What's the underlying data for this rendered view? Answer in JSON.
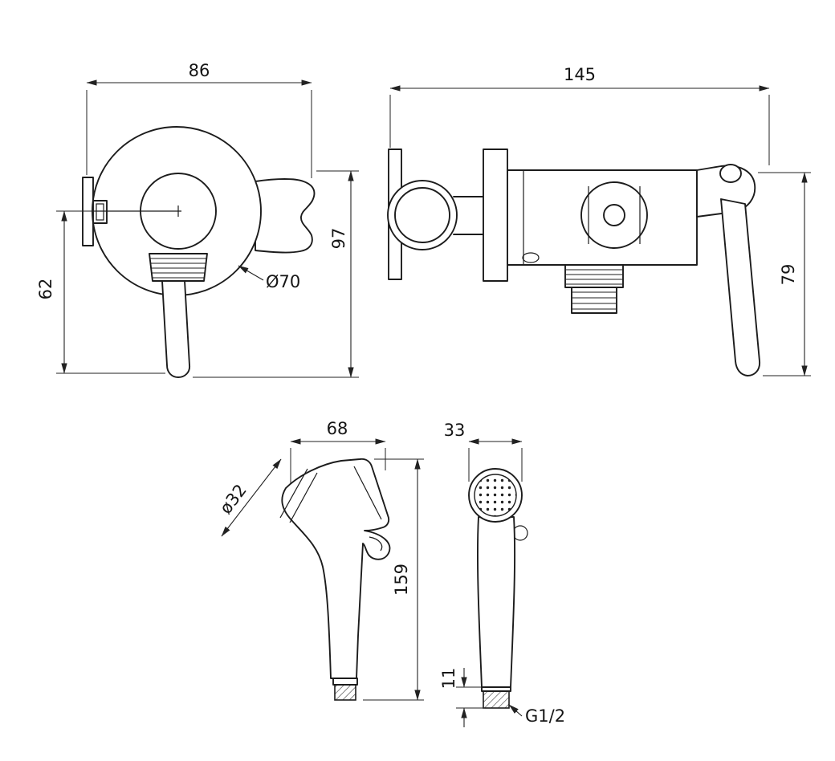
{
  "drawing": {
    "mixer_front": {
      "width": "86",
      "height_to_handle": "62",
      "flange_diameter": "Ø70",
      "overall_height": "97"
    },
    "mixer_side": {
      "depth": "145",
      "handle_length": "79"
    },
    "spray_side": {
      "head_length": "68",
      "head_diameter": "ø32",
      "total_length": "159"
    },
    "spray_front": {
      "head_width": "33",
      "connector_height": "11",
      "thread_label": "G1/2"
    }
  }
}
